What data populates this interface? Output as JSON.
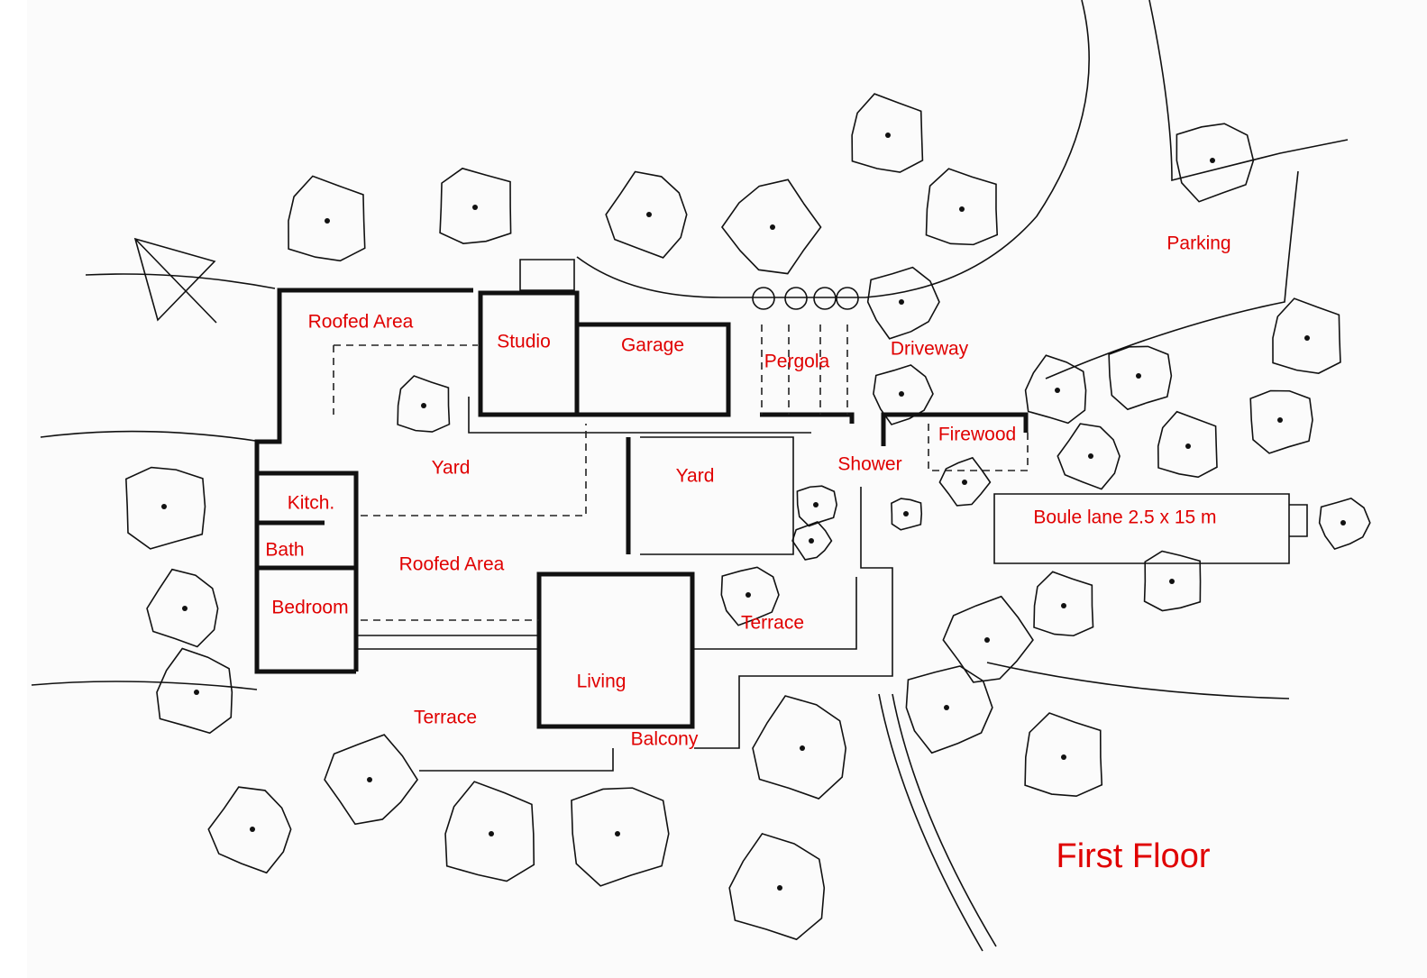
{
  "plan": {
    "title": "First Floor",
    "labels": {
      "roofed_area_top": "Roofed Area",
      "studio": "Studio",
      "garage": "Garage",
      "pergola": "Pergola",
      "driveway": "Driveway",
      "parking": "Parking",
      "yard_left": "Yard",
      "yard_right": "Yard",
      "firewood": "Firewood",
      "shower": "Shower",
      "kitchen": "Kitch.",
      "bath": "Bath",
      "roofed_area_bottom": "Roofed Area",
      "boule_lane": "Boule lane 2.5 x 15 m",
      "bedroom": "Bedroom",
      "terrace_right": "Terrace",
      "living": "Living",
      "terrace_left": "Terrace",
      "balcony": "Balcony"
    },
    "label_color": "#e00000"
  }
}
